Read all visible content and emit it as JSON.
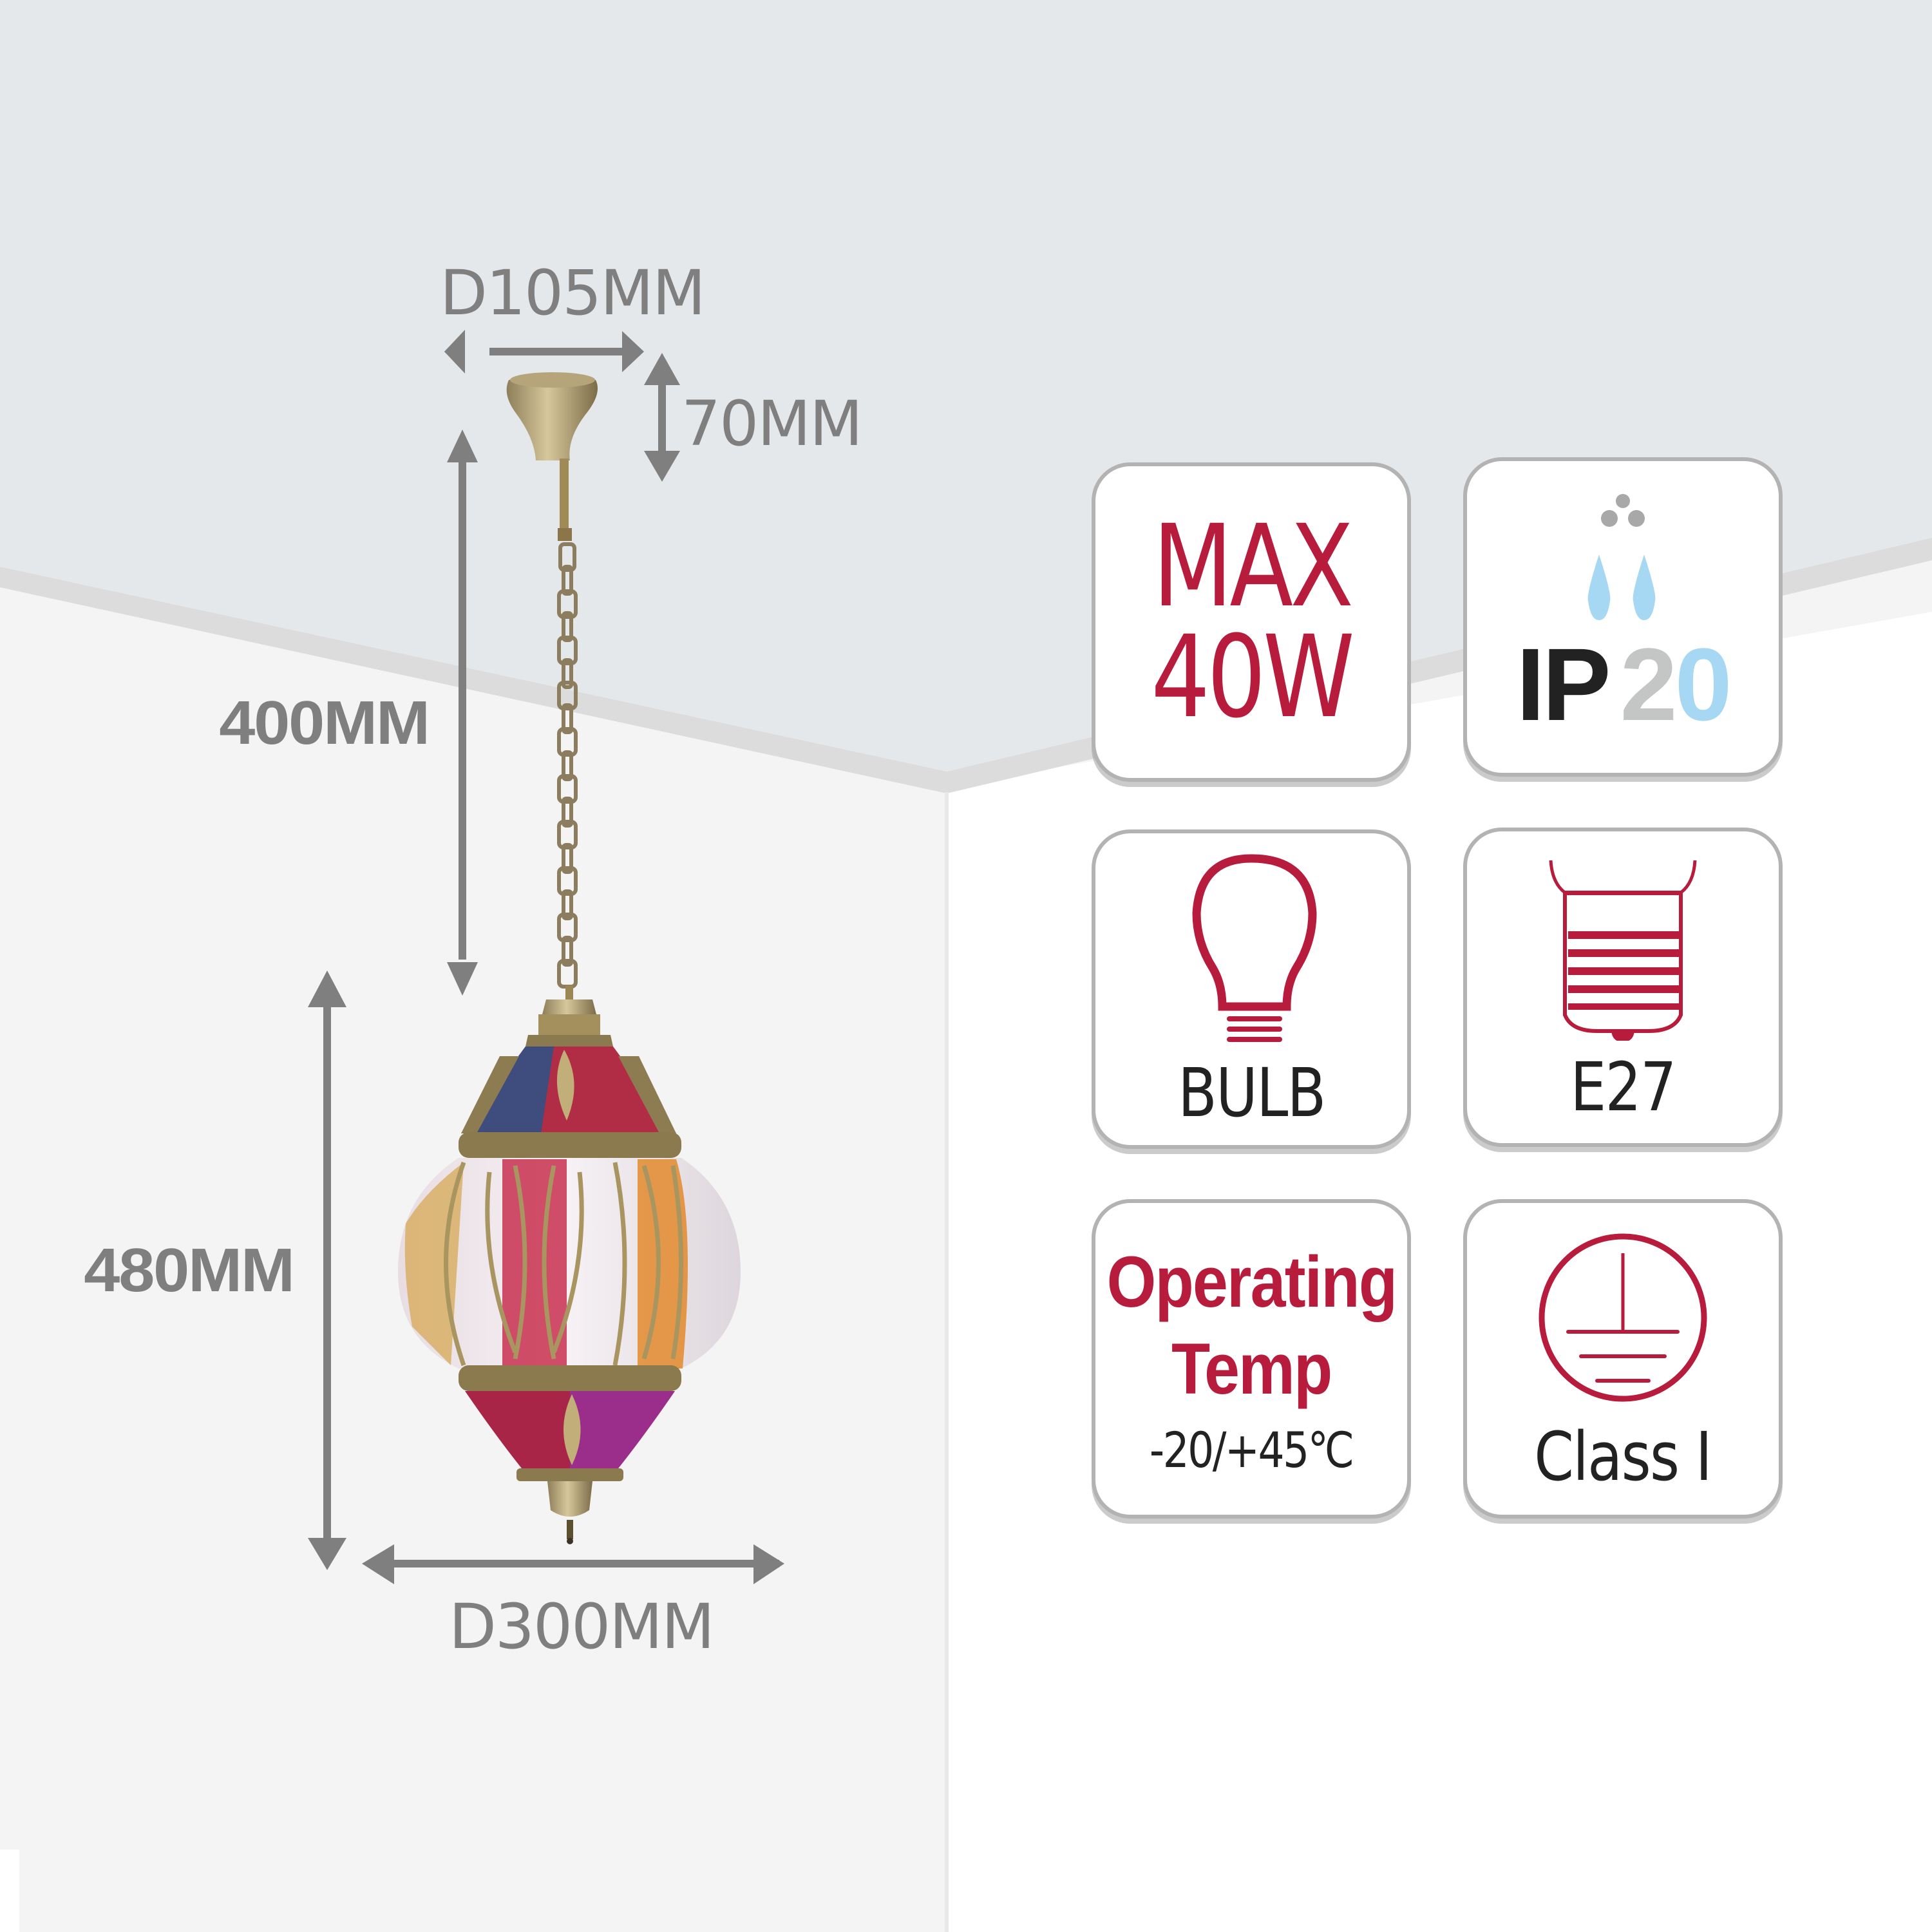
{
  "dimensions": {
    "canopy_diameter": "D105MM",
    "canopy_height": "70MM",
    "chain_length": "400MM",
    "body_height": "480MM",
    "body_diameter": "D300MM"
  },
  "specs": {
    "wattage": {
      "line1": "MAX",
      "line2": "40W",
      "icon": "max-wattage-text"
    },
    "ip_rating": {
      "prefix": "IP",
      "digit1": "2",
      "digit2": "0",
      "icon": "water-drops-icon"
    },
    "bulb": {
      "label": "BULB",
      "icon": "light-bulb-icon"
    },
    "base": {
      "label": "E27",
      "icon": "e27-screw-base-icon"
    },
    "temperature": {
      "line1": "Operating",
      "line2": "Temp",
      "range": "-20/+45℃"
    },
    "safety_class": {
      "label": "Class I",
      "icon": "earth-ground-icon"
    }
  },
  "colors": {
    "accent_red": "#b71c3d",
    "dimension_gray": "#7f7f7f",
    "card_border": "#b3b3b3",
    "ip_black": "#222222",
    "ip_gray": "#c4c6c6",
    "ip_blue": "#a6d8f3",
    "ceiling": "#e5e8eb",
    "wall": "#f4f4f4"
  }
}
